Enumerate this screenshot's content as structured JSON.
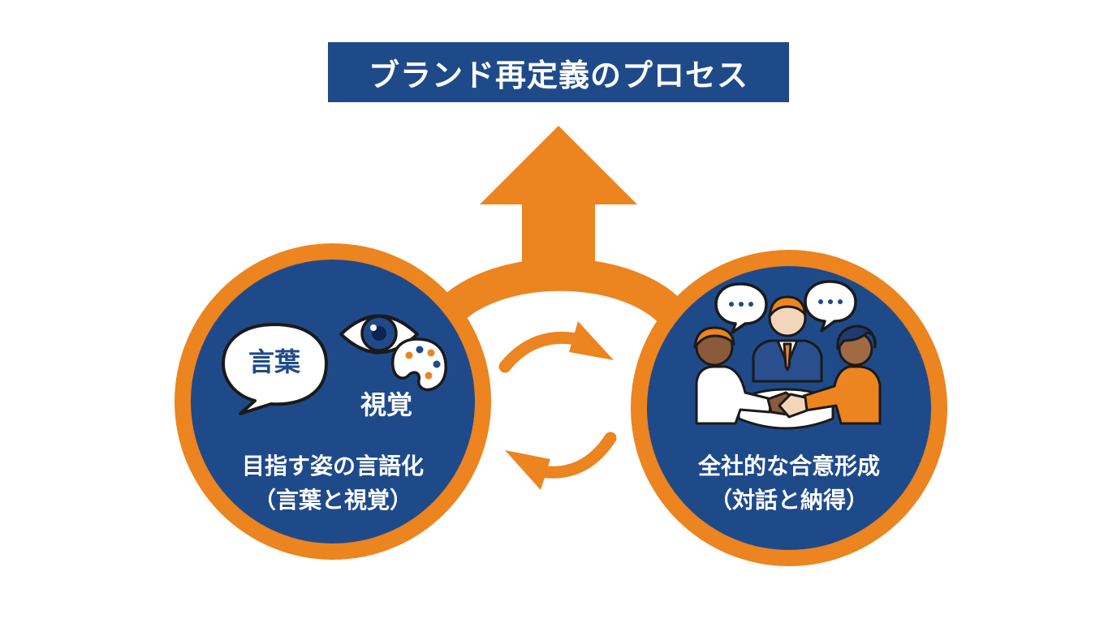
{
  "title": "ブランド再定義のプロセス",
  "colors": {
    "navy": "#1f4a8a",
    "orange": "#ec8420",
    "white": "#ffffff",
    "ink": "#1a1a1a"
  },
  "left_node": {
    "icon_bubble_text": "言葉",
    "icon_caption": "視覚",
    "label_line1": "目指す姿の言語化",
    "label_line2": "（言葉と視覚）",
    "icons": [
      "speech-bubble-icon",
      "eye-icon",
      "palette-icon"
    ]
  },
  "right_node": {
    "label_line1": "全社的な合意形成",
    "label_line2": "（対話と納得）",
    "icons": [
      "speech-dots-icon",
      "people-meeting-icon",
      "handshake-icon"
    ]
  },
  "connectors": {
    "center_icon": "cycle-arrows-icon",
    "top_icon": "up-arrow-icon"
  }
}
